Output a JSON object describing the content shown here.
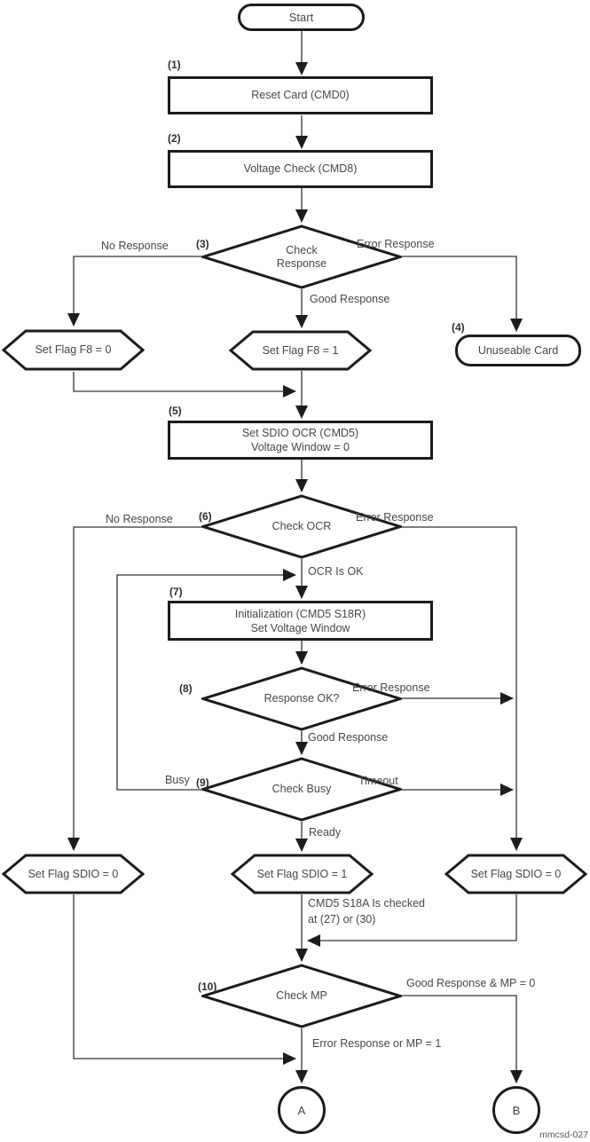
{
  "diagram": {
    "figure_id": "mmcsd-027",
    "colors": {
      "border": "#1c1c1c",
      "line": "#333333",
      "text": "#474747",
      "background": "#ffffff"
    },
    "nodes": {
      "start": {
        "label": "Start"
      },
      "n1": {
        "num": "(1)",
        "label": "Reset Card (CMD0)"
      },
      "n2": {
        "num": "(2)",
        "label": "Voltage Check (CMD8)"
      },
      "n3": {
        "num": "(3)",
        "line1": "Check",
        "line2": "Response"
      },
      "flag_f8_0": {
        "label": "Set Flag F8 = 0"
      },
      "flag_f8_1": {
        "label": "Set Flag F8 = 1"
      },
      "n4": {
        "num": "(4)",
        "label": "Unuseable Card"
      },
      "n5": {
        "num": "(5)",
        "line1": "Set SDIO OCR (CMD5)",
        "line2": "Voltage Window = 0"
      },
      "n6": {
        "num": "(6)",
        "label": "Check OCR"
      },
      "n7": {
        "num": "(7)",
        "line1": "Initialization (CMD5 S18R)",
        "line2": "Set Voltage Window"
      },
      "n8": {
        "num": "(8)",
        "label": "Response OK?"
      },
      "n9": {
        "num": "(9)",
        "label": "Check Busy"
      },
      "flag_sdio_0_l": {
        "label": "Set Flag SDIO = 0"
      },
      "flag_sdio_1": {
        "label": "Set Flag SDIO = 1"
      },
      "flag_sdio_0_r": {
        "label": "Set Flag SDIO = 0"
      },
      "n10": {
        "num": "(10)",
        "label": "Check MP"
      },
      "term_a": {
        "label": "A"
      },
      "term_b": {
        "label": "B"
      }
    },
    "edge_labels": {
      "no_response_1": "No Response",
      "error_response_1": "Error Response",
      "good_response_1": "Good Response",
      "no_response_2": "No Response",
      "error_response_2": "Error Response",
      "ocr_is_ok": "OCR Is OK",
      "error_response_3": "Error Response",
      "good_response_2": "Good Response",
      "busy": "Busy",
      "timeout": "Timeout",
      "ready": "Ready",
      "note_line1": "CMD5 S18A Is checked",
      "note_line2": "at (27) or (30)",
      "good_mp": "Good Response & MP = 0",
      "error_mp": "Error Response or MP = 1"
    }
  }
}
